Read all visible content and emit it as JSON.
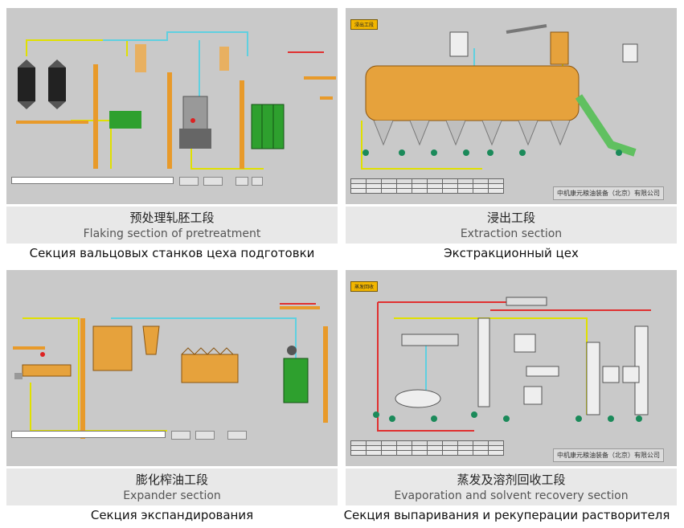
{
  "panels": [
    {
      "id": "pretreatment",
      "caption_zh": "预处理轧胚工段",
      "caption_en": "Flaking section of pretreatment",
      "caption_ru": "Секция вальцовых станков цеха подготовки"
    },
    {
      "id": "extraction",
      "caption_zh": "浸出工段",
      "caption_en": "Extraction section",
      "caption_ru": "Экстракционный цех"
    },
    {
      "id": "expander",
      "caption_zh": "膨化榨油工段",
      "caption_en": "Expander section",
      "caption_ru": "Секция экспандирования"
    },
    {
      "id": "evaporation",
      "caption_zh": "蒸发及溶剂回收工段",
      "caption_en": "Evaporation and solvent recovery section",
      "caption_ru": "Секция выпаривания и рекуперации растворителя"
    }
  ],
  "screens": {
    "company_name": "中机康元粮油装备（北京）有限公司",
    "extraction_tag": "浸出工段",
    "evaporation_tag": "蒸发回收"
  },
  "colors": {
    "panel_bg": "#c9c9c9",
    "pipe_cyan": "#5fd0e0",
    "pipe_yellow": "#e0e000",
    "pipe_red": "#e03030",
    "equip_orange": "#f0a030",
    "equip_green": "#2ea02e",
    "valve_green": "#1b8a5a"
  }
}
